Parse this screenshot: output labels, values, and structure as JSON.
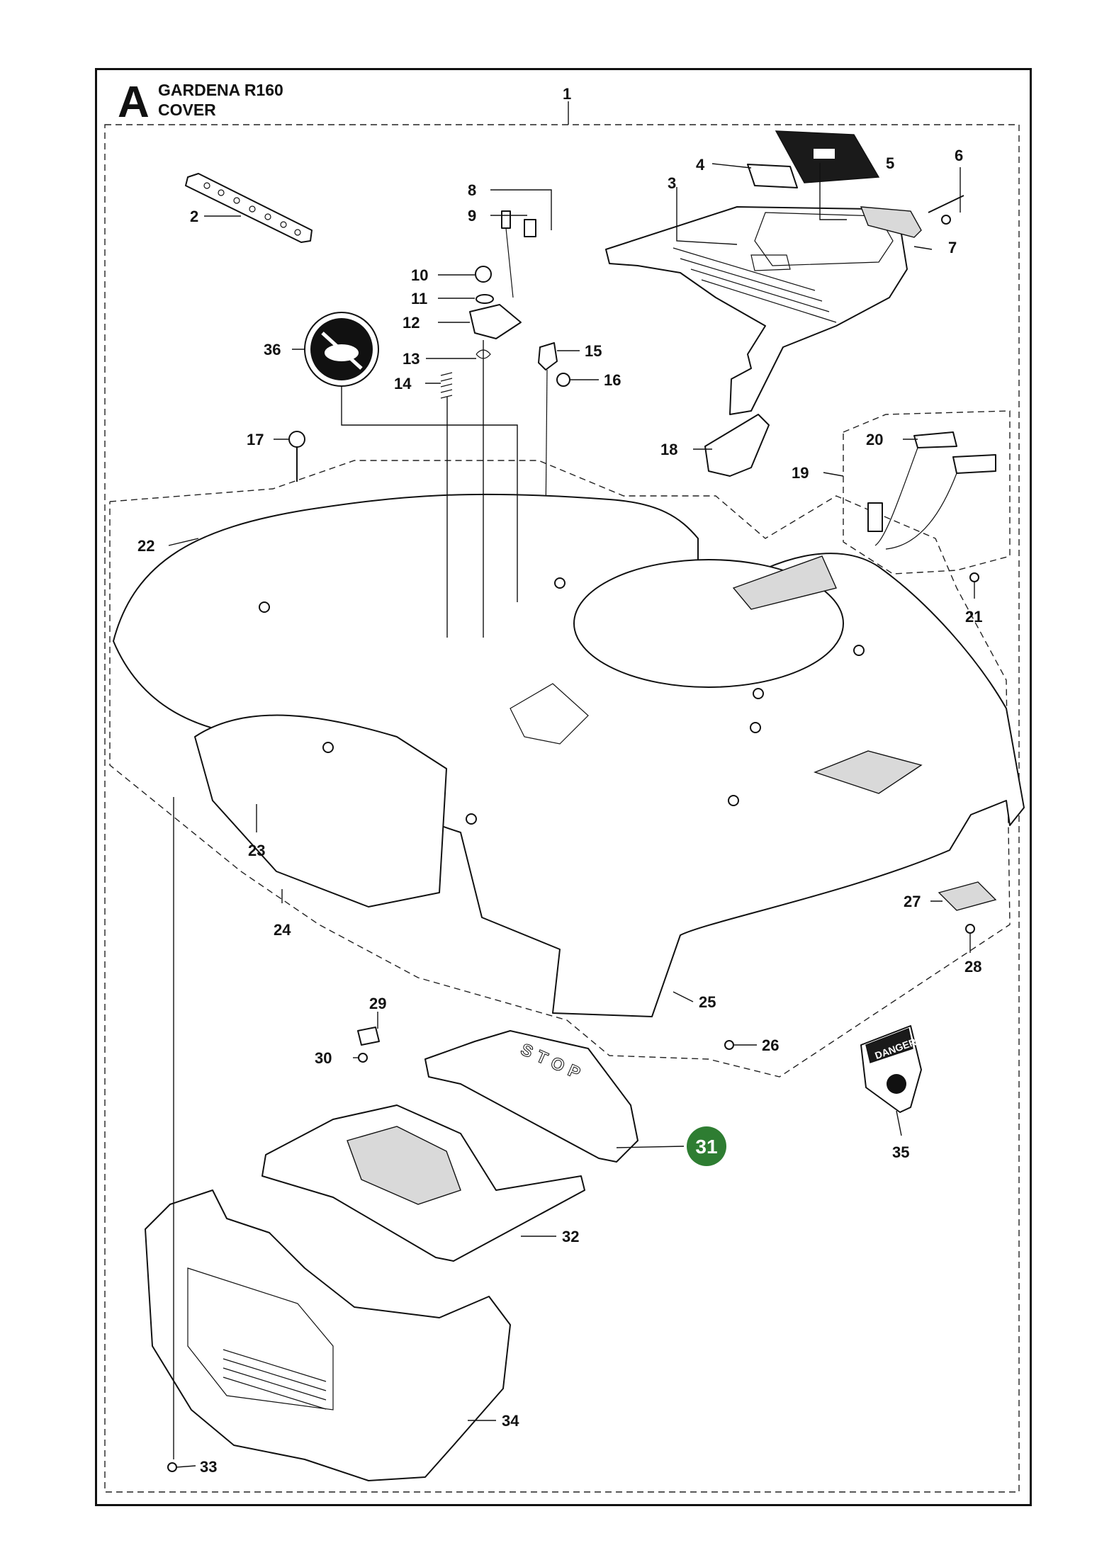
{
  "header": {
    "section_letter": "A",
    "model": "GARDENA R160",
    "assembly": "COVER"
  },
  "callouts": [
    {
      "id": "c1",
      "label": "1"
    },
    {
      "id": "c2",
      "label": "2"
    },
    {
      "id": "c3",
      "label": "3"
    },
    {
      "id": "c4",
      "label": "4"
    },
    {
      "id": "c5",
      "label": "5"
    },
    {
      "id": "c6",
      "label": "6"
    },
    {
      "id": "c7",
      "label": "7"
    },
    {
      "id": "c8",
      "label": "8"
    },
    {
      "id": "c9",
      "label": "9"
    },
    {
      "id": "c10",
      "label": "10"
    },
    {
      "id": "c11",
      "label": "11"
    },
    {
      "id": "c12",
      "label": "12"
    },
    {
      "id": "c13",
      "label": "13"
    },
    {
      "id": "c14",
      "label": "14"
    },
    {
      "id": "c15",
      "label": "15"
    },
    {
      "id": "c16",
      "label": "16"
    },
    {
      "id": "c17",
      "label": "17"
    },
    {
      "id": "c18",
      "label": "18"
    },
    {
      "id": "c19",
      "label": "19"
    },
    {
      "id": "c20",
      "label": "20"
    },
    {
      "id": "c21",
      "label": "21"
    },
    {
      "id": "c22",
      "label": "22"
    },
    {
      "id": "c23",
      "label": "23"
    },
    {
      "id": "c24",
      "label": "24"
    },
    {
      "id": "c25",
      "label": "25"
    },
    {
      "id": "c26",
      "label": "26"
    },
    {
      "id": "c27",
      "label": "27"
    },
    {
      "id": "c28",
      "label": "28"
    },
    {
      "id": "c29",
      "label": "29"
    },
    {
      "id": "c30",
      "label": "30"
    },
    {
      "id": "c32",
      "label": "32"
    },
    {
      "id": "c33",
      "label": "33"
    },
    {
      "id": "c34",
      "label": "34"
    },
    {
      "id": "c35",
      "label": "35"
    },
    {
      "id": "c36",
      "label": "36"
    }
  ],
  "highlighted_callout": {
    "label": "31",
    "color": "#2e7d32"
  },
  "part_text": {
    "stop_button": "STOP",
    "danger_label": "DANGER"
  }
}
